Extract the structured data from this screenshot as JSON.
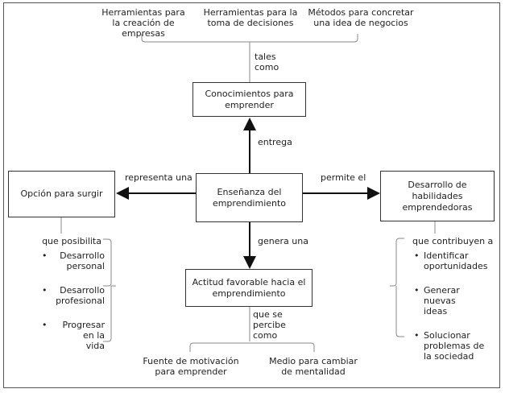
{
  "center": "Enseñanza del\nemprendimiento",
  "top_box": "Conocimientos para\nemprender",
  "left_box": "Opción para surgir",
  "right_box": "Desarrollo de habilidades\nemprendedoras",
  "bottom_box": "Actitud favorable hacia el\nemprendimiento",
  "edge_labels": {
    "up": "entrega",
    "left": "representa una",
    "right": "permite el",
    "down": "genera una",
    "tales_como": "tales\ncomo",
    "que_se_percibe": "que se\npercibe\ncomo",
    "que_posibilita": "que posibilita",
    "que_contribuyen": "que contribuyen a"
  },
  "top_items": [
    "Herramientas para\nla creación de\nempresas",
    "Herramientas para la\ntoma de decisiones",
    "Métodos para concretar\nuna idea de negocios"
  ],
  "left_items": [
    "Desarrollo\npersonal",
    "Desarrollo\nprofesional",
    "Progresar\nen la\nvida"
  ],
  "right_items": [
    "Identificar\noportunidades",
    "Generar nuevas\nideas",
    "Solucionar\nproblemas de\nla sociedad"
  ],
  "bottom_items": [
    "Fuente de motivación\npara emprender",
    "Medio para cambiar\nde mentalidad"
  ]
}
